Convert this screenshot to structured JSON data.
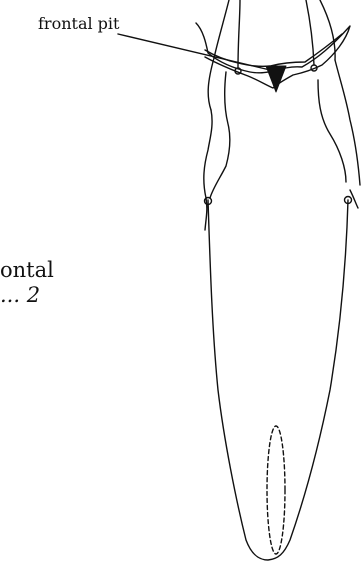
{
  "figure": {
    "callout_label": "frontal pit",
    "key_text_line_1": "ontal",
    "key_text_line_2": "... 2",
    "ink_color": "#111111",
    "background_color": "#ffffff"
  }
}
